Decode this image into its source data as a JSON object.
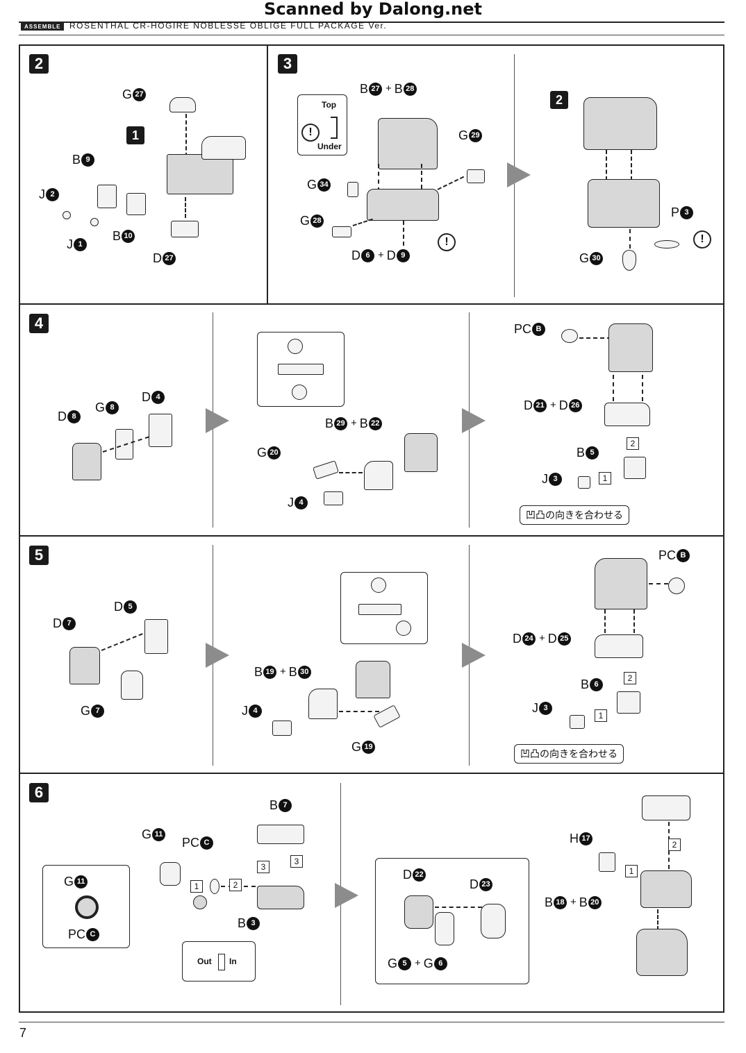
{
  "scan_title": "Scanned by Dalong.net",
  "header": {
    "tag": "ASSEMBLE",
    "title": "ROSENTHAL CR-HOGIRE NOBLESSE OBLIGE FULL PACKAGE Ver."
  },
  "steps": {
    "s2": {
      "number": "2",
      "sub": "1",
      "labels": {
        "g27": {
          "letter": "G",
          "n": "27"
        },
        "b9": {
          "letter": "B",
          "n": "9"
        },
        "j2": {
          "letter": "J",
          "n": "2"
        },
        "j1": {
          "letter": "J",
          "n": "1"
        },
        "b10": {
          "letter": "B",
          "n": "10"
        },
        "d27": {
          "letter": "D",
          "n": "27"
        }
      }
    },
    "s3": {
      "number": "3",
      "sub": "2",
      "top_label": "Top",
      "under_label": "Under",
      "labels": {
        "b27": {
          "letter": "B",
          "n": "27"
        },
        "b28": {
          "letter": "B",
          "n": "28"
        },
        "g29": {
          "letter": "G",
          "n": "29"
        },
        "g34": {
          "letter": "G",
          "n": "34"
        },
        "g28": {
          "letter": "G",
          "n": "28"
        },
        "d6": {
          "letter": "D",
          "n": "6"
        },
        "d9": {
          "letter": "D",
          "n": "9"
        },
        "p3": {
          "letter": "P",
          "n": "3"
        },
        "g30": {
          "letter": "G",
          "n": "30"
        }
      }
    },
    "s4": {
      "number": "4",
      "labels": {
        "d8": {
          "letter": "D",
          "n": "8"
        },
        "g8": {
          "letter": "G",
          "n": "8"
        },
        "d4": {
          "letter": "D",
          "n": "4"
        },
        "b29": {
          "letter": "B",
          "n": "29"
        },
        "b22": {
          "letter": "B",
          "n": "22"
        },
        "g20": {
          "letter": "G",
          "n": "20"
        },
        "j4": {
          "letter": "J",
          "n": "4"
        },
        "pcb": {
          "letter": "PC",
          "n": "B"
        },
        "d21": {
          "letter": "D",
          "n": "21"
        },
        "d26": {
          "letter": "D",
          "n": "26"
        },
        "b5": {
          "letter": "B",
          "n": "5"
        },
        "j3": {
          "letter": "J",
          "n": "3"
        }
      },
      "order1": "1",
      "order2": "2",
      "note": "凹凸の向きを合わせる"
    },
    "s5": {
      "number": "5",
      "labels": {
        "d7": {
          "letter": "D",
          "n": "7"
        },
        "d5": {
          "letter": "D",
          "n": "5"
        },
        "g7": {
          "letter": "G",
          "n": "7"
        },
        "b19": {
          "letter": "B",
          "n": "19"
        },
        "b30": {
          "letter": "B",
          "n": "30"
        },
        "j4": {
          "letter": "J",
          "n": "4"
        },
        "g19": {
          "letter": "G",
          "n": "19"
        },
        "pcb": {
          "letter": "PC",
          "n": "B"
        },
        "d24": {
          "letter": "D",
          "n": "24"
        },
        "d25": {
          "letter": "D",
          "n": "25"
        },
        "b6": {
          "letter": "B",
          "n": "6"
        },
        "j3": {
          "letter": "J",
          "n": "3"
        }
      },
      "order1": "1",
      "order2": "2",
      "note": "凹凸の向きを合わせる"
    },
    "s6": {
      "number": "6",
      "labels": {
        "g11": {
          "letter": "G",
          "n": "11"
        },
        "pcc": {
          "letter": "PC",
          "n": "C"
        },
        "b7": {
          "letter": "B",
          "n": "7"
        },
        "b3": {
          "letter": "B",
          "n": "3"
        },
        "g11b": {
          "letter": "G",
          "n": "11"
        },
        "pccb": {
          "letter": "PC",
          "n": "C"
        },
        "d22": {
          "letter": "D",
          "n": "22"
        },
        "d23": {
          "letter": "D",
          "n": "23"
        },
        "g5": {
          "letter": "G",
          "n": "5"
        },
        "g6": {
          "letter": "G",
          "n": "6"
        },
        "h17": {
          "letter": "H",
          "n": "17"
        },
        "b18": {
          "letter": "B",
          "n": "18"
        },
        "b20": {
          "letter": "B",
          "n": "20"
        }
      },
      "out_label": "Out",
      "in_label": "In",
      "order1": "1",
      "order2": "2",
      "order3": "3"
    }
  },
  "page_number": "7"
}
